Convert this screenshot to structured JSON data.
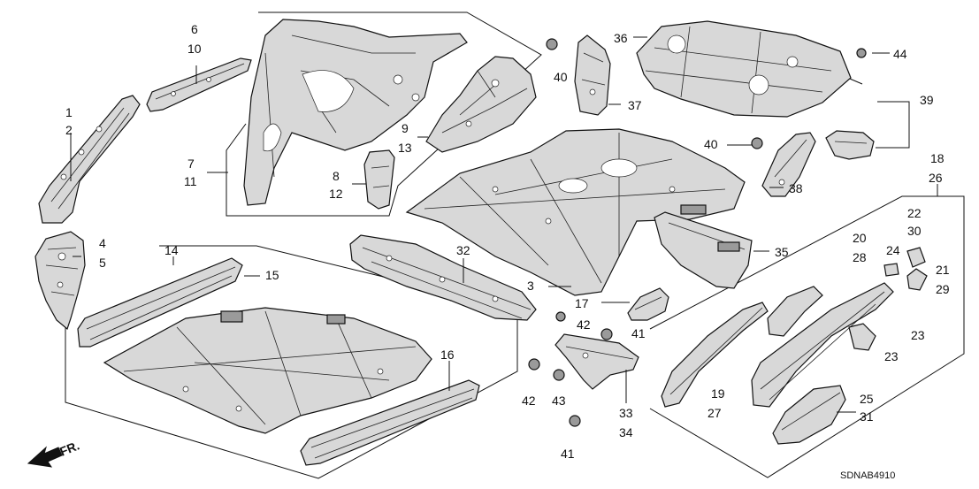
{
  "callouts": [
    "1",
    "2",
    "4",
    "5",
    "6",
    "10",
    "7",
    "11",
    "8",
    "12",
    "9",
    "13",
    "14",
    "15",
    "16",
    "3",
    "17",
    "32",
    "35",
    "36",
    "37",
    "39",
    "40",
    "40",
    "38",
    "44",
    "18",
    "26",
    "22",
    "30",
    "20",
    "28",
    "24",
    "21",
    "29",
    "23",
    "23",
    "19",
    "27",
    "25",
    "31",
    "33",
    "34",
    "41",
    "41",
    "42",
    "42",
    "43"
  ],
  "diagram_code": "SDNAB4910",
  "front_arrow": {
    "label": "FR.",
    "icon": "front-direction-arrow-icon"
  }
}
